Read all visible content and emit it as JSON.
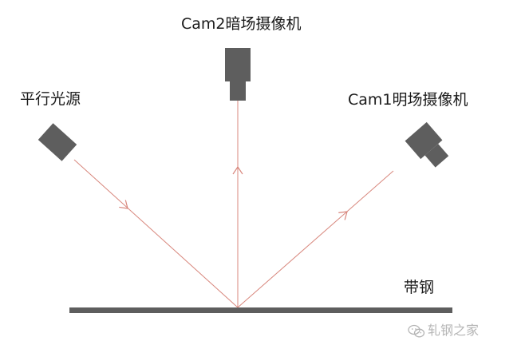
{
  "labels": {
    "cam2": "Cam2暗场摄像机",
    "parallel_light": "平行光源",
    "cam1": "Cam1明场摄像机",
    "steel_strip": "带钢"
  },
  "watermark": {
    "text": "轧钢之家",
    "icon": "wechat-icon"
  },
  "colors": {
    "ray": "#d8877d",
    "device": "#5e5e5e",
    "strip": "#5e5e5e",
    "text": "#1a1a1a",
    "watermark": "#b5b5b5"
  }
}
